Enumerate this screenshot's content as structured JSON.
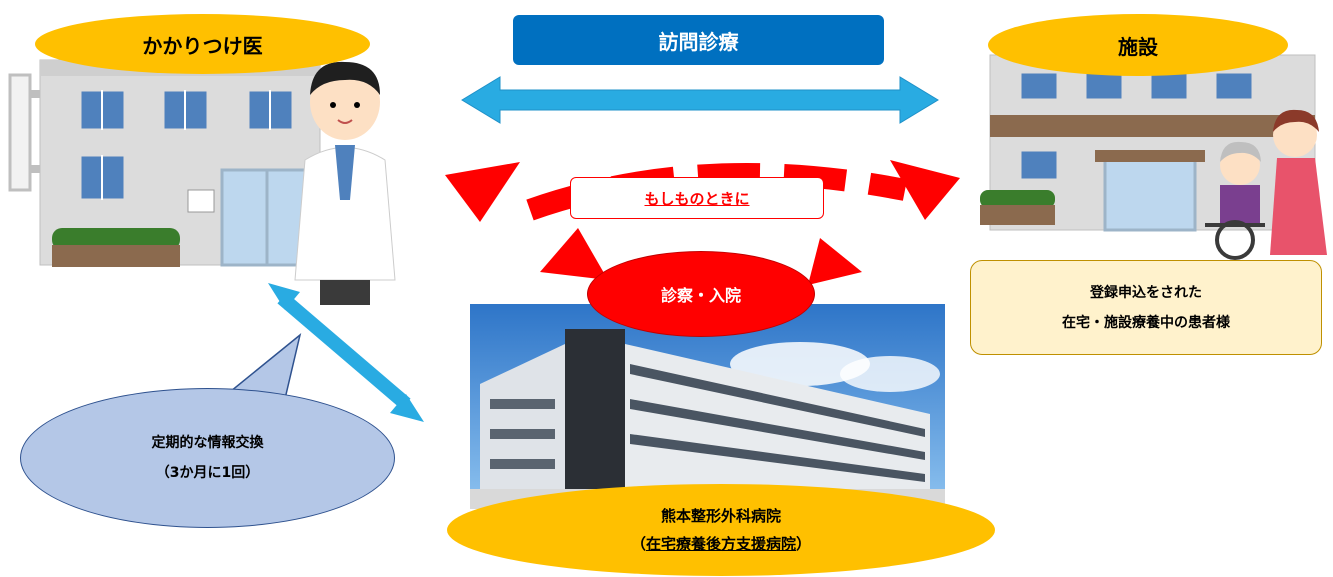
{
  "labels": {
    "doctor": "かかりつけ医",
    "visit": "訪問診療",
    "facility": "施設",
    "emergency": "もしものときに",
    "consult": "診察・入院",
    "patients_line1": "登録申込をされた",
    "patients_line2": "在宅・施設療養中の患者様",
    "exchange_line1": "定期的な情報交換",
    "exchange_line2": "（3か月に1回）",
    "hospital_line1": "熊本整形外科病院",
    "hospital_paren_open": "（",
    "hospital_line2": "在宅療養後方支援病院",
    "hospital_paren_close": "）"
  },
  "colors": {
    "label_ellipse": "#FFC000",
    "visit_box": "#0070C0",
    "arrow_blue": "#29ABE2",
    "arrow_red": "#FF0000",
    "patients_box": "#FFF2CC",
    "exchange_bubble": "#B4C7E7"
  }
}
